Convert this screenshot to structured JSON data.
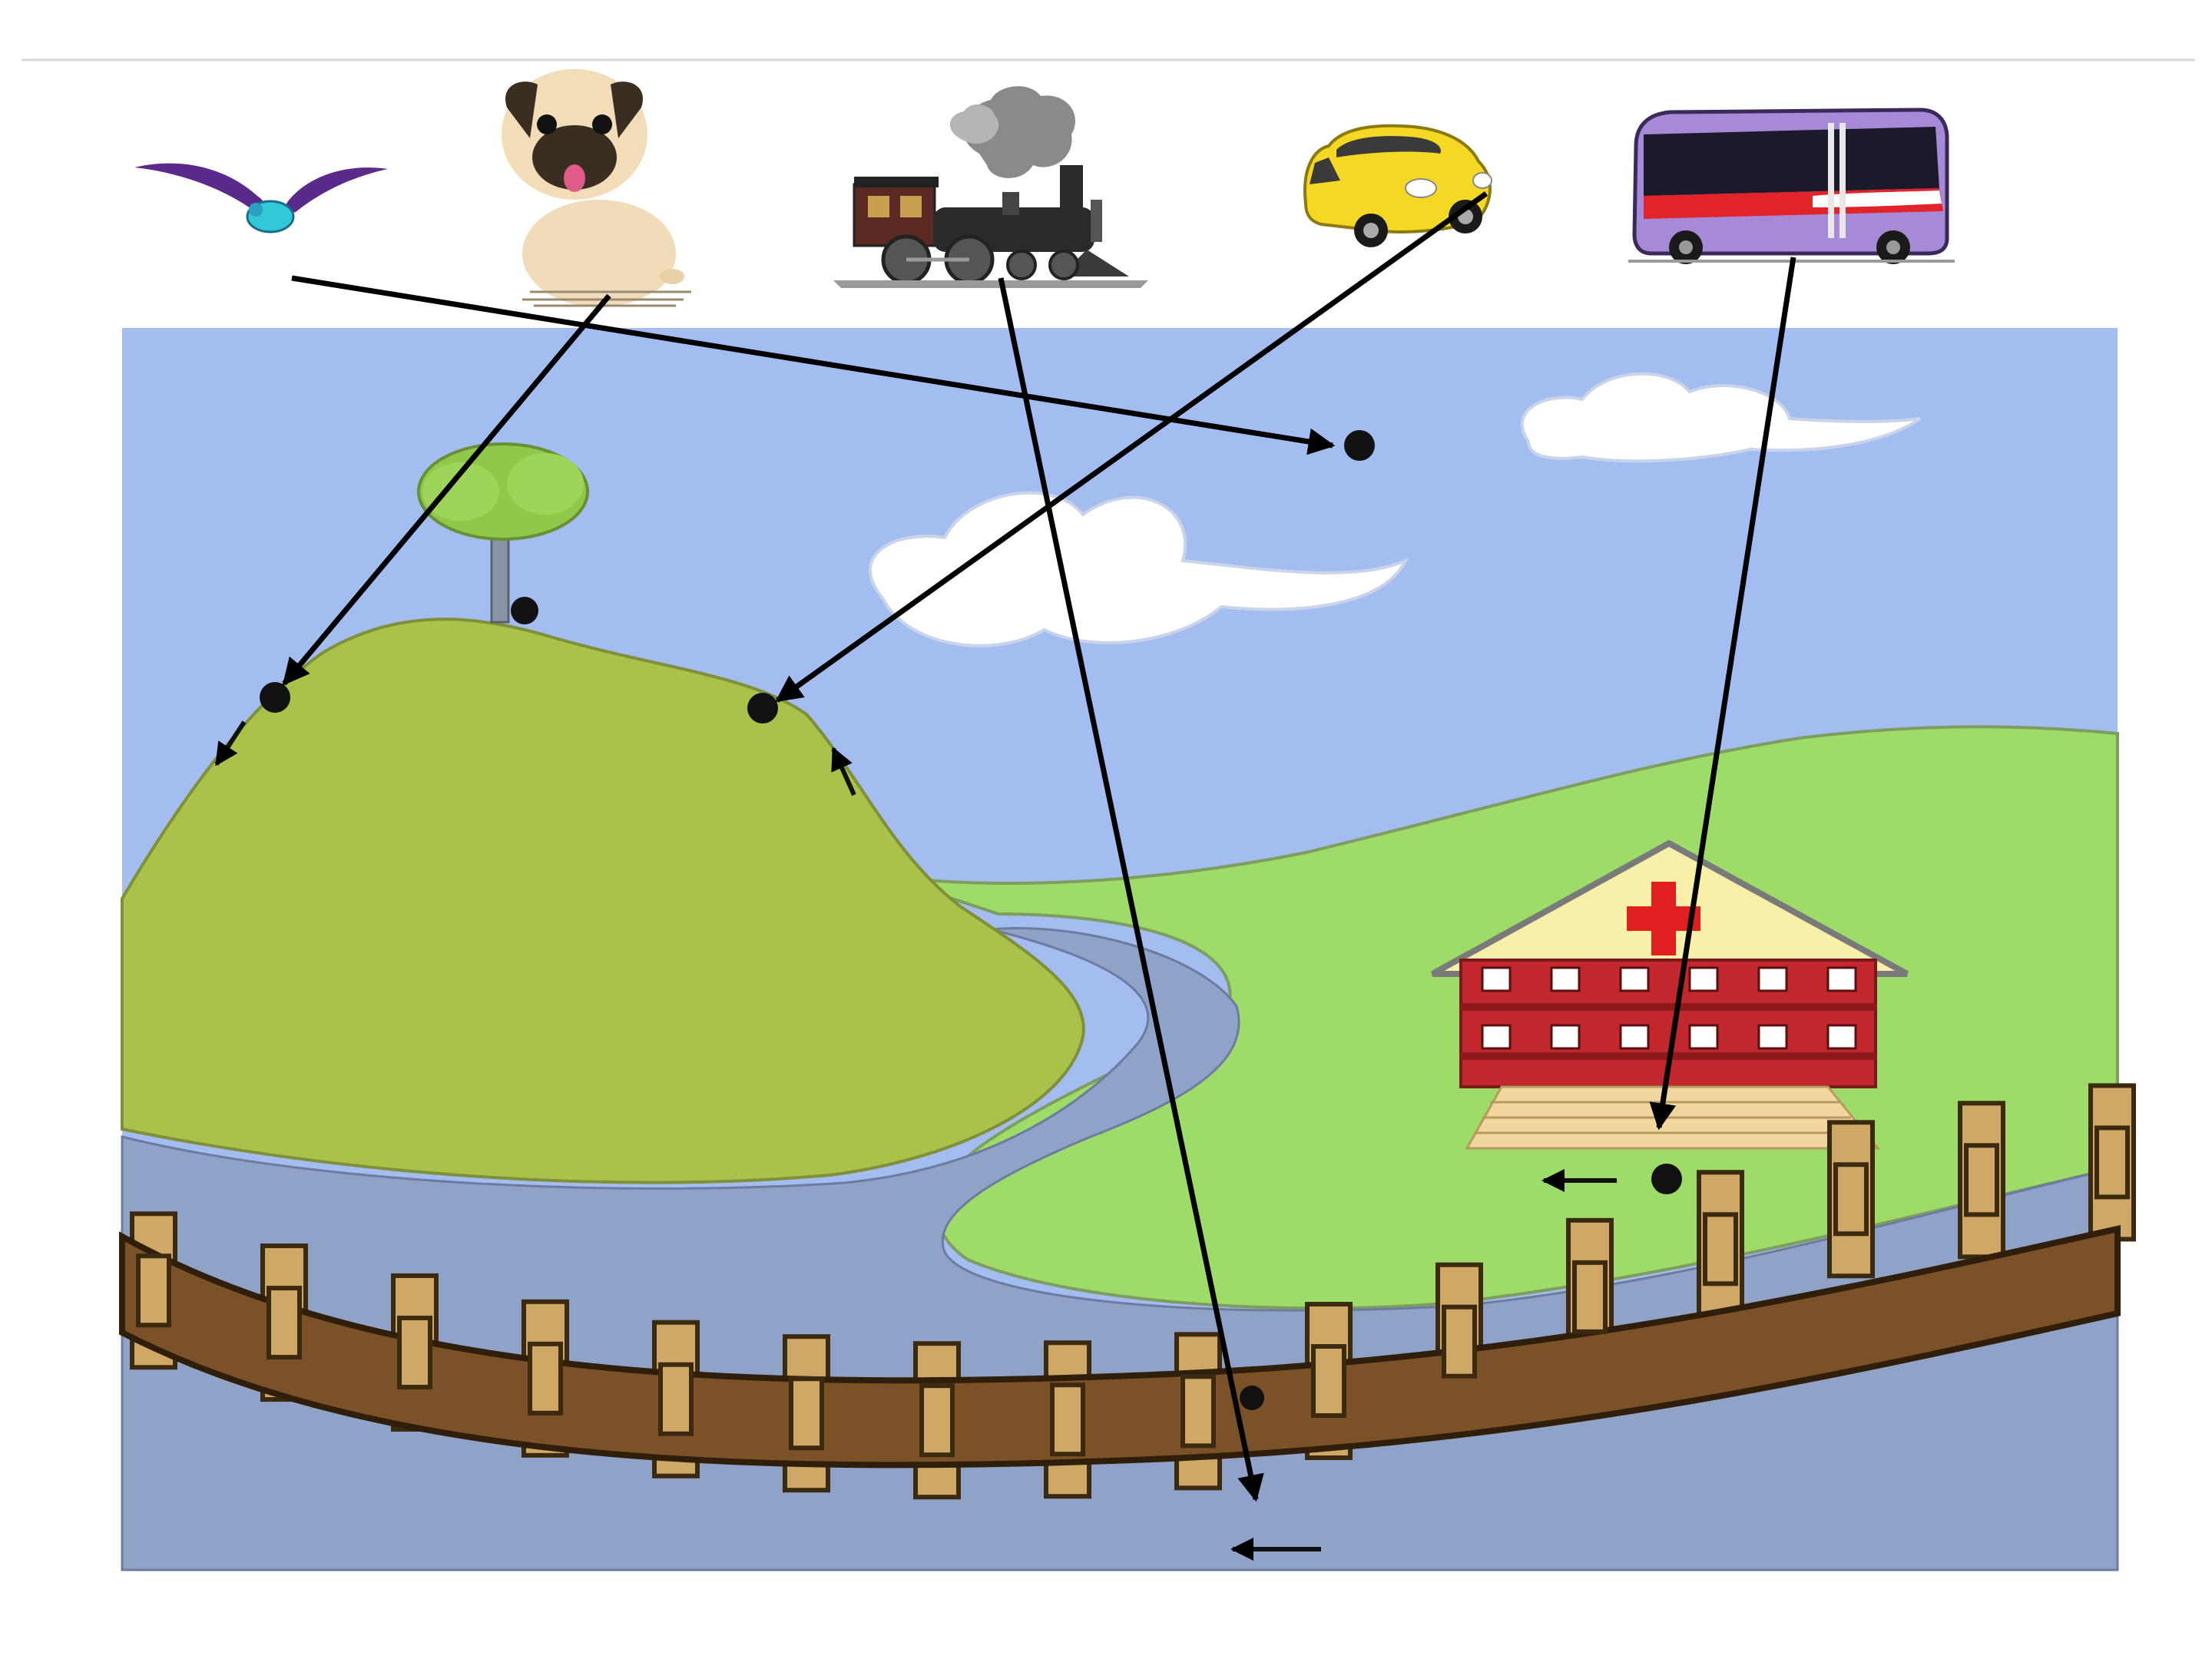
{
  "items": [
    {
      "name": "bird",
      "icon": "bird-icon"
    },
    {
      "name": "dog",
      "icon": "dog-icon"
    },
    {
      "name": "train",
      "icon": "steam-train-icon"
    },
    {
      "name": "car",
      "icon": "car-icon"
    },
    {
      "name": "bus",
      "icon": "bus-icon"
    }
  ],
  "scene": {
    "elements": [
      "sky",
      "clouds",
      "hill",
      "tree",
      "river",
      "meadow",
      "hospital",
      "railway-track"
    ],
    "colors": {
      "sky": "#a3bdf0",
      "hill": "#a8c24a",
      "meadow": "#9ddc68",
      "river": "#8fa2c8",
      "track_rail": "#6b4520",
      "sleeper": "#cfa865",
      "hospital": "#c1272d",
      "cross": "#e02020",
      "arrow": "#000000"
    }
  },
  "connections": [
    {
      "from": "bird",
      "to": "sky"
    },
    {
      "from": "dog",
      "to": "hill"
    },
    {
      "from": "train",
      "to": "railway-track"
    },
    {
      "from": "car",
      "to": "hill"
    },
    {
      "from": "bus",
      "to": "hospital"
    }
  ]
}
